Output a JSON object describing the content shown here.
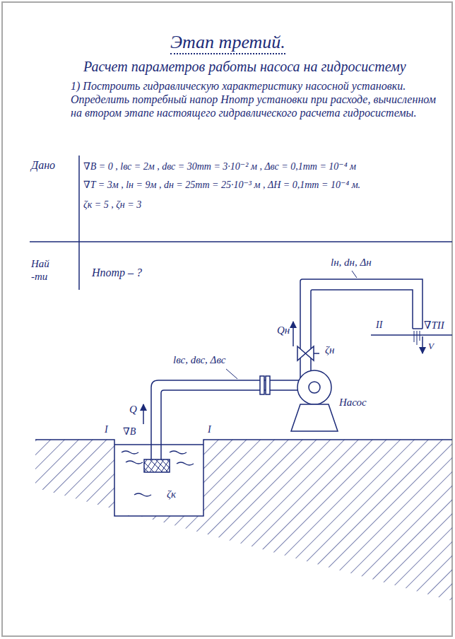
{
  "diagram": {
    "title": "Этап третий.",
    "labels": [
      "Расчет параметров работы насоса на гидросистему",
      "1) Построить гидравлическую характеристику насосной установки. Определить потребный напор Нпотр установки при расходе, вычисленном на втором этапе настоящего гидравлического расчета гидросистемы.",
      "Дано",
      "∇B = 0 , lвс = 2м , dвс = 30mm = 3·10⁻² м , Δвс = 0,1mm = 10⁻⁴ м",
      "∇T = 3м , lн = 9м , dн = 25mm = 25·10⁻³ м , ΔН = 0,1mm = 10⁻⁴ м.",
      "ζк = 5 , ζн = 3",
      "Най -ти",
      "Нпотр – ?",
      "lн, dн, Δн",
      "Qн",
      "ζн",
      "II",
      "∇TII",
      "V",
      "lвс, dвс, Δвс",
      "Насос",
      "Q",
      "I",
      "∇B",
      "I",
      "ζк"
    ]
  }
}
